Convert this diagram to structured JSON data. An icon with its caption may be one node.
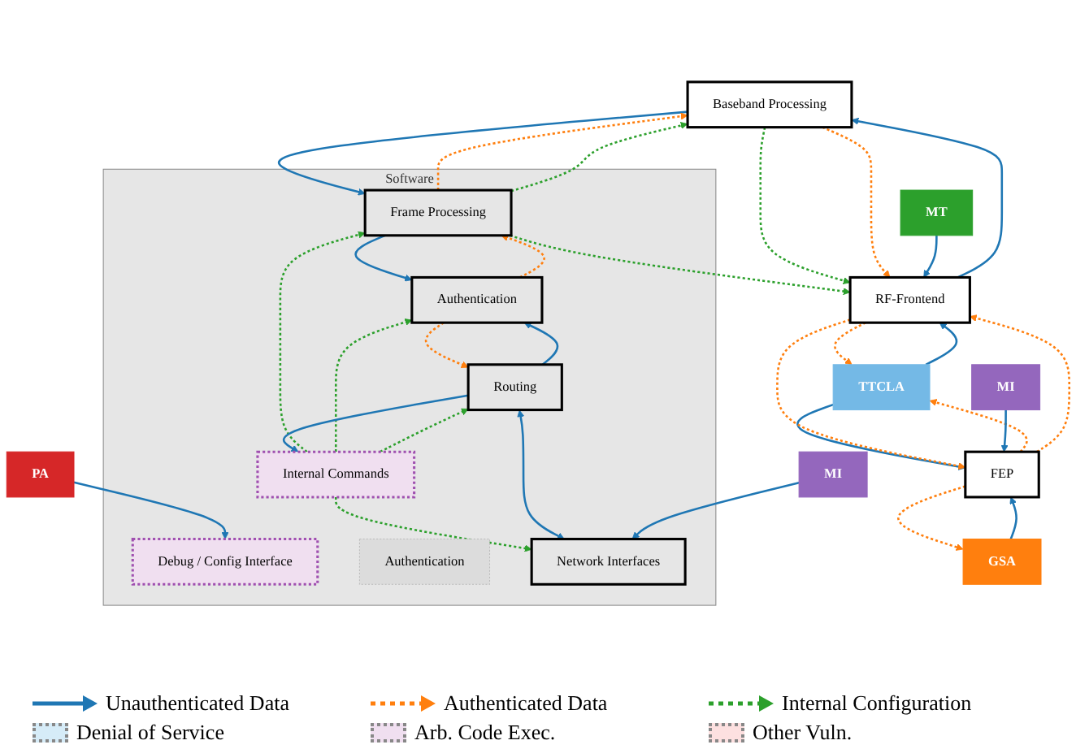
{
  "diagram": {
    "nodes": [
      {
        "text": [
          "Baseband Processing"
        ]
      },
      {
        "text": [
          "RF-Frontend"
        ]
      },
      {
        "text": [
          "FEP"
        ]
      },
      {
        "text": [
          "GSA"
        ]
      },
      {
        "text": [
          "TTCLA"
        ]
      },
      {
        "text": [
          "MT"
        ]
      },
      {
        "text": [
          "MI"
        ]
      },
      {
        "text": [
          "Software"
        ]
      },
      {
        "text": [
          "Frame Processing"
        ],
        "in": 7
      },
      {
        "text": [
          "Internal Commands"
        ],
        "in": 7
      },
      {
        "text": [
          "Debug / Config Interface"
        ],
        "in": 7
      },
      {
        "text": [
          "PA"
        ]
      },
      {
        "text": [
          "Authentication"
        ],
        "in": 7
      },
      {
        "text": [
          "Authentication"
        ],
        "in": 7
      },
      {
        "text": [
          "Routing"
        ],
        "in": 7
      },
      {
        "text": [
          "Network Interfaces"
        ],
        "in": 7
      },
      {
        "text": [
          "MI"
        ]
      }
    ],
    "edges": [
      {
        "from": 1,
        "to": 0,
        "arrow": "to"
      },
      {
        "from": 0,
        "to": 1,
        "arrow": "to",
        "style": "dashed",
        "color": "#2ca02c"
      },
      {
        "from": 0,
        "to": 1,
        "arrow": "to",
        "style": "dashed",
        "color": "#ff7f0e"
      },
      {
        "from": 0,
        "to": 8,
        "arrow": "to"
      },
      {
        "from": 8,
        "to": 0,
        "arrow": "to",
        "style": "dashed",
        "color": "#ff7f0e"
      },
      {
        "from": 8,
        "to": 0,
        "arrow": "to",
        "style": "dashed",
        "color": "#2ca02c"
      },
      {
        "from": 8,
        "to": 1,
        "arrow": "to",
        "style": "dashed",
        "color": "#2ca02c"
      },
      {
        "from": 1,
        "to": 4,
        "arrow": "to",
        "style": "dashed",
        "color": "#ff7f0e"
      },
      {
        "from": 4,
        "to": 1,
        "arrow": "to"
      },
      {
        "from": 4,
        "to": 2,
        "arrow": "to"
      },
      {
        "from": 2,
        "to": 4,
        "arrow": "to",
        "style": "dashed",
        "color": "#ff7f0e"
      },
      {
        "from": 1,
        "to": 2,
        "arrow": "to",
        "style": "dashed",
        "color": "#ff7f0e"
      },
      {
        "from": 2,
        "to": 1,
        "arrow": "to",
        "style": "dashed",
        "color": "#ff7f0e"
      },
      {
        "from": 3,
        "to": 2,
        "arrow": "to"
      },
      {
        "from": 2,
        "to": 3,
        "arrow": "to",
        "style": "dashed",
        "color": "#ff7f0e"
      },
      {
        "from": 5,
        "to": 1,
        "arrow": "to"
      },
      {
        "from": 6,
        "to": 2,
        "arrow": "to"
      },
      {
        "from": 9,
        "to": 8,
        "arrow": "to",
        "style": "dashed",
        "color": "#2ca02c"
      },
      {
        "from": 11,
        "to": 10,
        "arrow": "to"
      },
      {
        "from": 8,
        "to": 13,
        "arrow": "to"
      },
      {
        "from": 13,
        "to": 8,
        "arrow": "to",
        "style": "dashed",
        "color": "#ff7f0e"
      },
      {
        "from": 9,
        "to": 13,
        "arrow": "to",
        "style": "dashed",
        "color": "#2ca02c"
      },
      {
        "from": 14,
        "to": 9,
        "arrow": "to"
      },
      {
        "from": 9,
        "to": 14,
        "arrow": "to",
        "style": "dashed",
        "color": "#2ca02c"
      },
      {
        "from": 9,
        "to": 15,
        "arrow": "to",
        "style": "dashed",
        "color": "#2ca02c"
      },
      {
        "from": 13,
        "to": 14,
        "arrow": "to",
        "style": "dashed",
        "color": "#ff7f0e"
      },
      {
        "from": 14,
        "to": 13,
        "arrow": "to"
      },
      {
        "from": 14,
        "to": 15,
        "arrow": "both"
      },
      {
        "from": 16,
        "to": 15,
        "arrow": "to"
      }
    ],
    "legend": [
      {
        "text": "Unauthenticated Data"
      },
      {
        "text": "Authenticated Data"
      },
      {
        "text": "Internal Configuration"
      },
      {
        "text": "Denial of Service",
        "color": "#d6ecf8"
      },
      {
        "text": "Arb. Code Exec.",
        "color": "#f0dff0"
      },
      {
        "text": "Other Vuln.",
        "color": "#fde0e0"
      }
    ]
  }
}
